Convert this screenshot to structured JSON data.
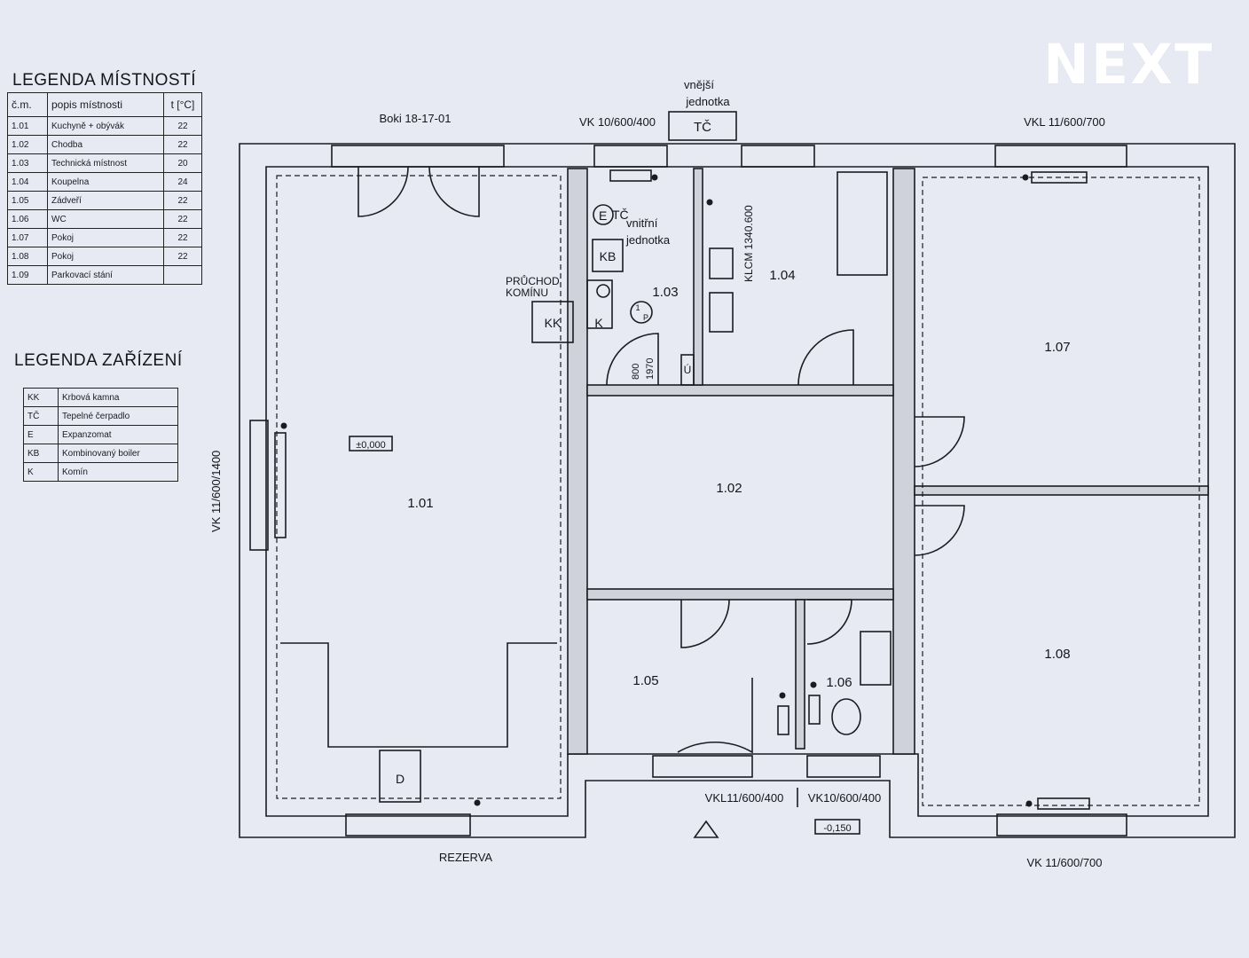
{
  "logo": "NEXT",
  "room_legend": {
    "title": "LEGENDA MÍSTNOSTÍ",
    "headers": [
      "č.m.",
      "popis místnosti",
      "t [°C]"
    ],
    "rows": [
      [
        "1.01",
        "Kuchyně + obývák",
        "22"
      ],
      [
        "1.02",
        "Chodba",
        "22"
      ],
      [
        "1.03",
        "Technická místnost",
        "20"
      ],
      [
        "1.04",
        "Koupelna",
        "24"
      ],
      [
        "1.05",
        "Zádveří",
        "22"
      ],
      [
        "1.06",
        "WC",
        "22"
      ],
      [
        "1.07",
        "Pokoj",
        "22"
      ],
      [
        "1.08",
        "Pokoj",
        "22"
      ],
      [
        "1.09",
        "Parkovací stání",
        ""
      ]
    ]
  },
  "device_legend": {
    "title": "LEGENDA ZAŘÍZENÍ",
    "rows": [
      [
        "KK",
        "Krbová kamna"
      ],
      [
        "TČ",
        "Tepelné čerpadlo"
      ],
      [
        "E",
        "Expanzomat"
      ],
      [
        "KB",
        "Kombinovaný boiler"
      ],
      [
        "K",
        "Komín"
      ]
    ]
  },
  "plan": {
    "rooms": [
      "1.01",
      "1.02",
      "1.03",
      "1.04",
      "1.05",
      "1.06",
      "1.07",
      "1.08"
    ],
    "labels": {
      "boki": "Boki 18-17-01",
      "vk_top_left": "VK 10/600/400",
      "outdoor_unit_1": "vnější",
      "outdoor_unit_2": "jednotka",
      "tc_box": "TČ",
      "vkl_top_right": "VKL 11/600/700",
      "indoor_unit_1": "vnitřní",
      "indoor_unit_2": "jednotka",
      "kb": "KB",
      "kk": "KK",
      "k": "K",
      "e": "E",
      "tc_small": "TČ",
      "pruchod_1": "PRŮCHOD",
      "pruchod_2": "KOMÍNU",
      "door_dims_1": "800",
      "door_dims_2": "1970",
      "klcm": "KLCM 1340.600",
      "u": "Ú",
      "p": "P",
      "one": "1",
      "level_zero": "±0,000",
      "vk_left": "VK 11/600/1400",
      "d": "D",
      "rezerva": "REZERVA",
      "vkl_bottom_mid": "VKL11/600/400",
      "vk_bottom_mid": "VK10/600/400",
      "level_minus": "-0,150",
      "vk_bottom_right": "VK 11/600/700"
    }
  }
}
